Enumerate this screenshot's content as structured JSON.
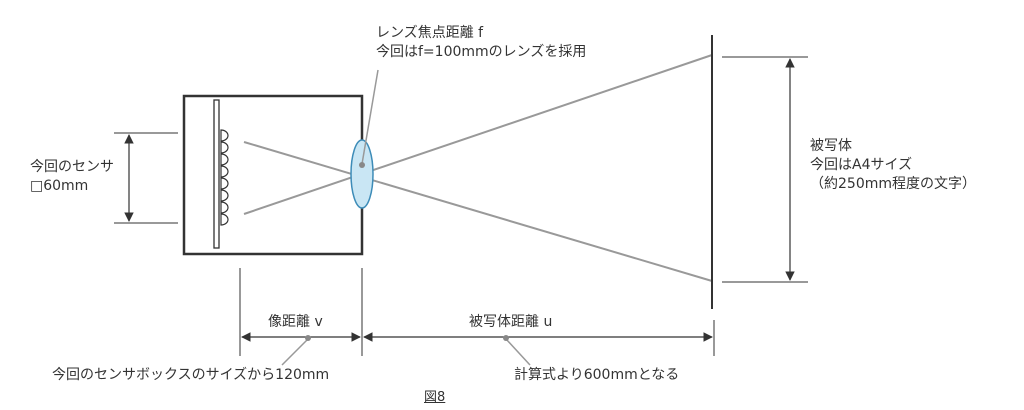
{
  "lens_label": {
    "line1": "レンズ焦点距離 f",
    "line2": "今回はf=100mmのレンズを採用"
  },
  "sensor_label": {
    "line1": "今回のセンサ",
    "line2": "□60mm"
  },
  "subject_label": {
    "line1": "被写体",
    "line2": "今回はA4サイズ",
    "line3": "（約250mm程度の文字）"
  },
  "image_distance_label": "像距離 v",
  "subject_distance_label": "被写体距離 u",
  "image_distance_note": "今回のセンサボックスのサイズから120mm",
  "subject_distance_note": "計算式より600mmとなる",
  "figure_caption": "図8",
  "colors": {
    "box_stroke": "#333333",
    "ray": "#999999",
    "lens_fill": "#c9e6f4",
    "lens_stroke": "#3d8cb8",
    "text": "#333333"
  }
}
